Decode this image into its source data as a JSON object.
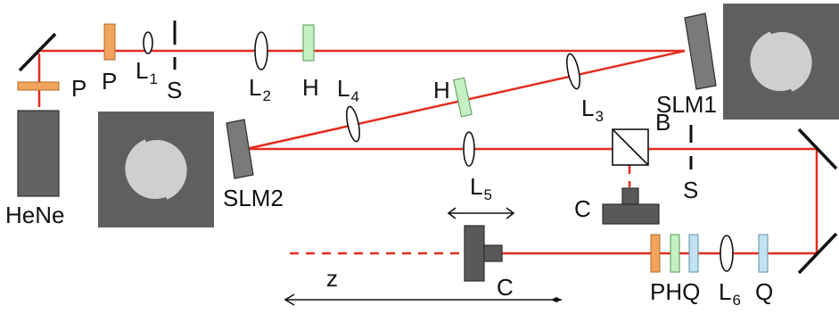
{
  "labels": {
    "laser": "HeNe",
    "polarizer_top": "P",
    "polarizer_laser": "P",
    "lens1": "L",
    "lens1_sub": "1",
    "slit1": "S",
    "lens2": "L",
    "lens2_sub": "2",
    "hwp1": "H",
    "slm1": "SLM1",
    "lens3": "L",
    "lens3_sub": "3",
    "hwp2": "H",
    "lens4": "L",
    "lens4_sub": "4",
    "slm2": "SLM2",
    "splitter": "B",
    "slit2": "S",
    "lens5": "L",
    "lens5_sub": "5",
    "camera1": "C",
    "camera2": "C",
    "distance": "z",
    "plate_group": "PHQ",
    "lens6": "L",
    "lens6_sub": "6",
    "qwp": "Q"
  },
  "colors": {
    "beam": "#e52b1e",
    "polarizer": "#f0a45c",
    "half_wave_plate": "#c4f0c4",
    "quarter_wave_plate": "#c2e2f2",
    "device_gray": "#7a7a7a",
    "laser_body": "#636363"
  },
  "icons": {
    "spiral_phase_pattern": "spiral-hologram-icon"
  }
}
